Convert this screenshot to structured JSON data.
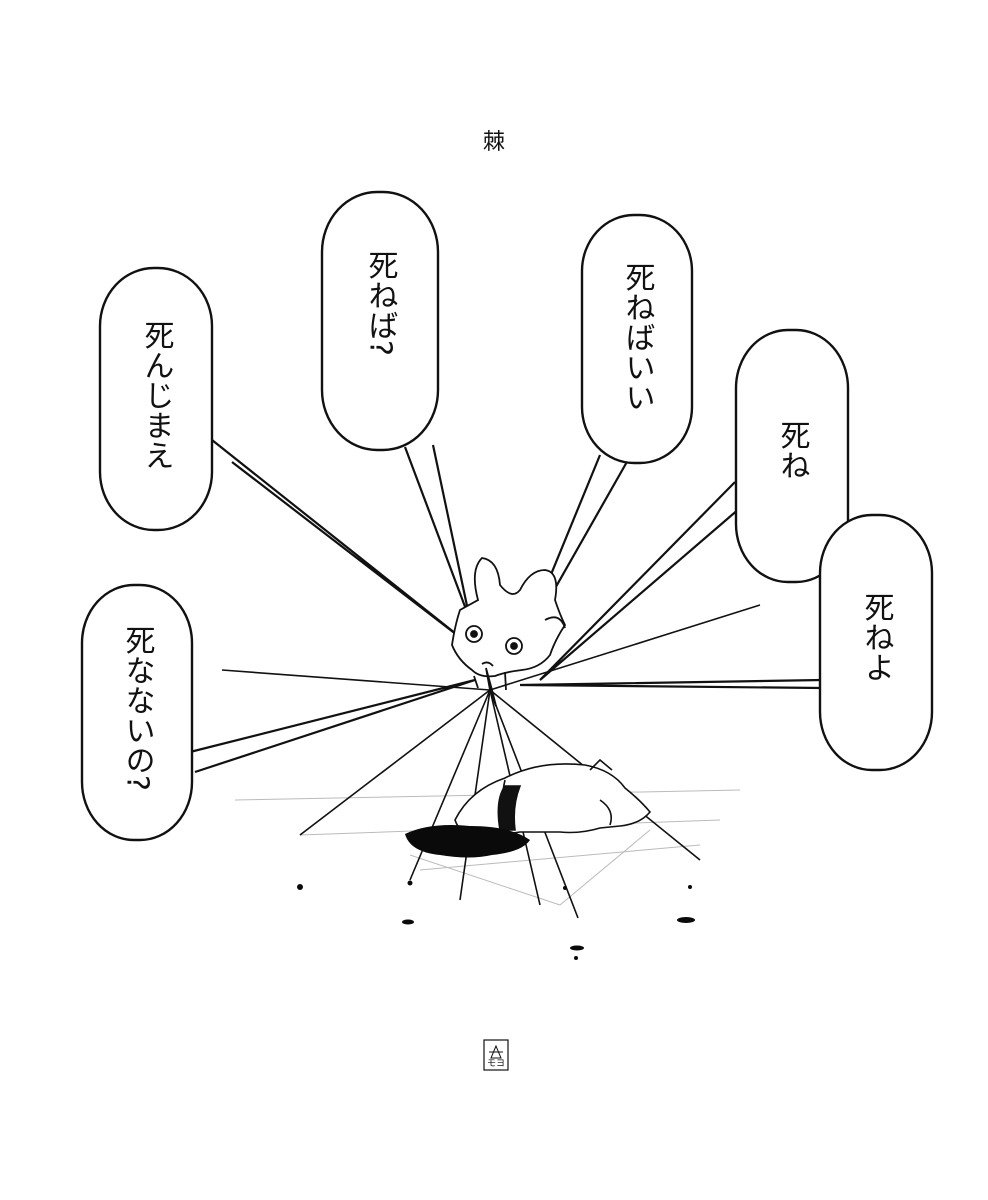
{
  "title": "棘",
  "bubbles": [
    {
      "id": "shinjimae",
      "text": "死んじまえ"
    },
    {
      "id": "shineba",
      "text": "死ねば?"
    },
    {
      "id": "shinebaii",
      "text": "死ねばいい"
    },
    {
      "id": "shine",
      "text": "死ね"
    },
    {
      "id": "shineyo",
      "text": "死ねよ"
    },
    {
      "id": "shinanaino",
      "text": "死なないの?"
    }
  ],
  "signature": "モヨ",
  "colors": {
    "ink": "#111111",
    "paper": "#ffffff",
    "blood": "#0a0a0a"
  }
}
